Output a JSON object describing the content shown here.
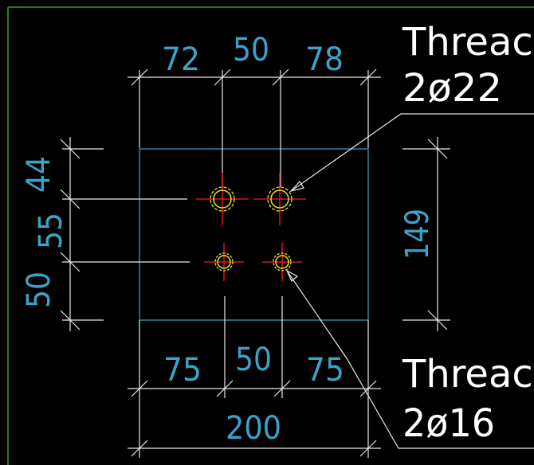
{
  "colors": {
    "background": "#000000",
    "frame": "#2fa82f",
    "dimension": "#3ca3c8",
    "plate": "#3ca3c8",
    "white_lines": "#e8e8e8",
    "centerline": "#ff1a1a",
    "bolt": "#f0e020"
  },
  "dimensions": {
    "top": {
      "d1": "72",
      "d2": "50",
      "d3": "78"
    },
    "bottom": {
      "d1": "75",
      "d2": "50",
      "d3": "75",
      "overall": "200"
    },
    "left": {
      "d1": "44",
      "d2": "55",
      "d3": "50"
    },
    "right": {
      "overall": "149"
    }
  },
  "callouts": {
    "upper": {
      "line1": "Threac",
      "line2": "2ø22"
    },
    "lower": {
      "line1": "Threac",
      "line2": "2ø16"
    }
  }
}
